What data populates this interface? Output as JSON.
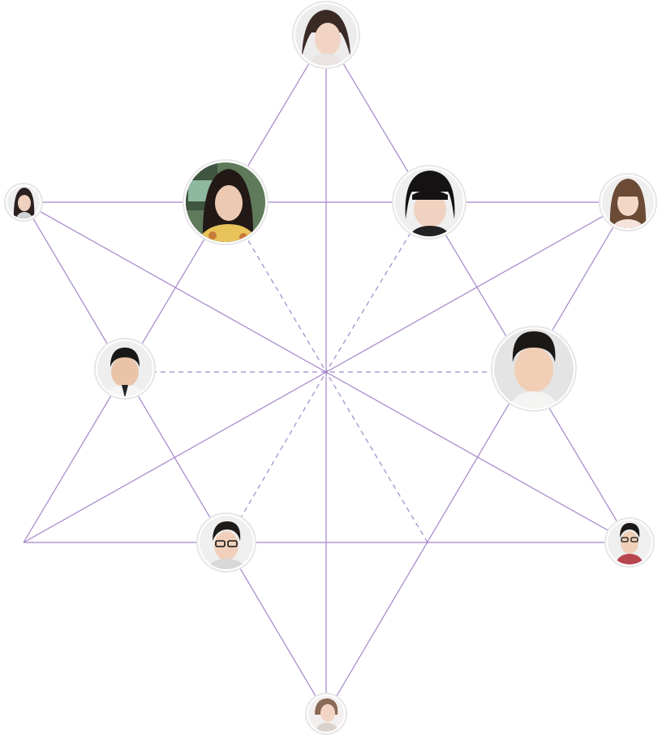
{
  "diagram": {
    "accent_color": "#a585c9",
    "node_ring_color": "#e6e6e6",
    "nodes": [
      {
        "id": "top",
        "avatar": "woman-short-bob"
      },
      {
        "id": "upper-left-outer",
        "avatar": "woman-small"
      },
      {
        "id": "upper-left-inner",
        "avatar": "woman-long-hair-floral"
      },
      {
        "id": "upper-right-inner",
        "avatar": "woman-bangs-bob"
      },
      {
        "id": "upper-right-outer",
        "avatar": "woman-smiling"
      },
      {
        "id": "mid-left",
        "avatar": "man-short-hair"
      },
      {
        "id": "mid-right",
        "avatar": "man-smiling-large"
      },
      {
        "id": "lower-left-inner",
        "avatar": "man-glasses"
      },
      {
        "id": "lower-right-outer",
        "avatar": "man-glasses-plaid"
      },
      {
        "id": "bottom",
        "avatar": "woman-small-bottom"
      },
      {
        "id": "center",
        "avatar": "none"
      },
      {
        "id": "lower-left-corner",
        "avatar": "none"
      },
      {
        "id": "lower-right-vertex",
        "avatar": "none"
      }
    ]
  }
}
